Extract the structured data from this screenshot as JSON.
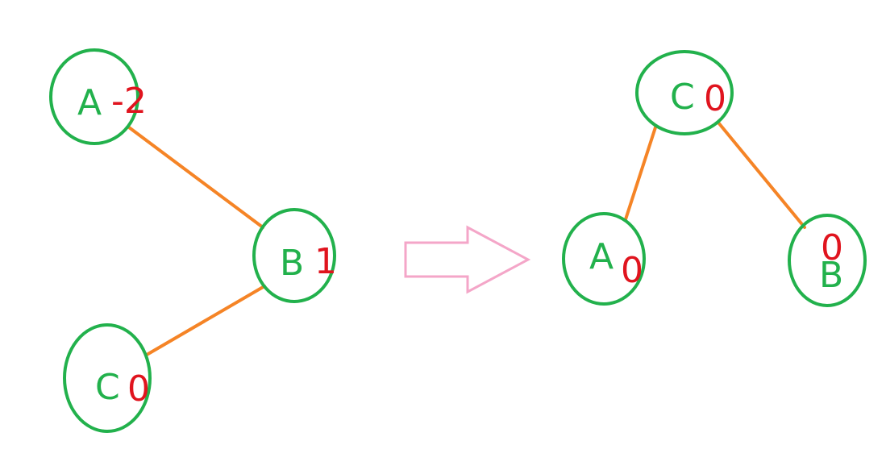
{
  "colors": {
    "node_outline": "#22b14c",
    "node_text": "#22b14c",
    "edge": "#f58426",
    "balance_text": "#e0141e",
    "arrow": "#f4a6c8"
  },
  "before": {
    "nodes": [
      {
        "label": "A",
        "balance": "-2"
      },
      {
        "label": "B",
        "balance": "1"
      },
      {
        "label": "C",
        "balance": "0"
      }
    ]
  },
  "after": {
    "nodes": [
      {
        "label": "C",
        "balance": "0"
      },
      {
        "label": "A",
        "balance": "0"
      },
      {
        "label": "B",
        "balance": "0"
      }
    ]
  },
  "transition_icon": "right-arrow-icon"
}
